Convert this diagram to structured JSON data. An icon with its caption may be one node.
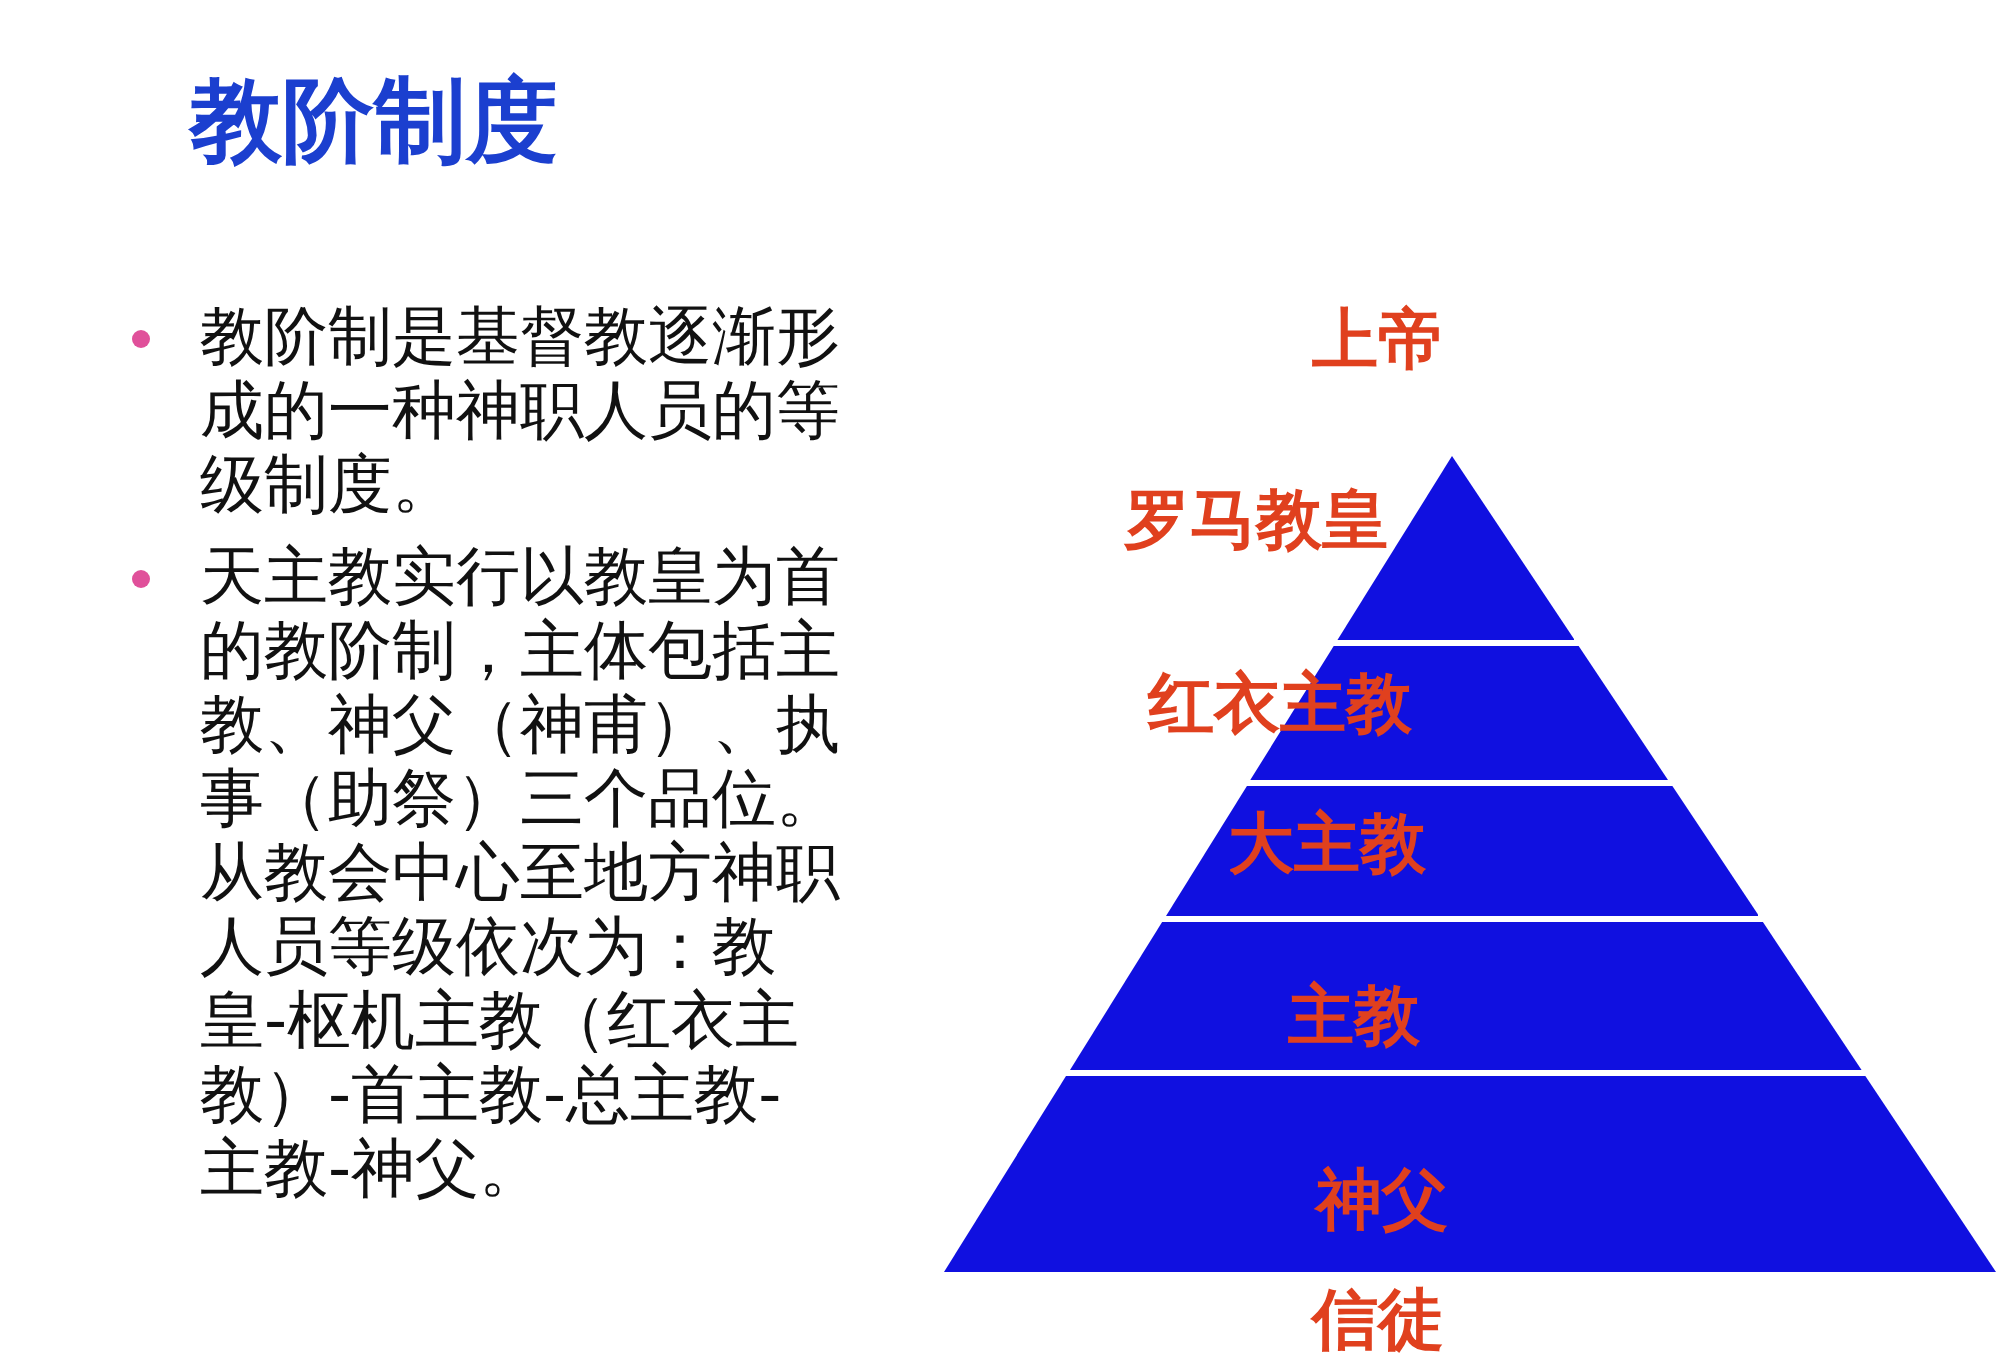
{
  "diagram": {
    "title": "教阶制度",
    "nodes": [
      {
        "text": [
          "罗马教皇"
        ]
      },
      {
        "text": [
          "红衣主教"
        ]
      },
      {
        "text": [
          "大主教"
        ]
      },
      {
        "text": [
          "主教"
        ]
      },
      {
        "text": [
          "神父"
        ]
      }
    ],
    "edges": [],
    "labels": [
      "教阶制是基督教逐渐形成的一种神职人员的等级制度。",
      "天主教实行以教皇为首的教阶制，主体包括主教、神父（神甫）、执事（助祭）三个品位。从教会中心至地方神职人员等级依次为：教皇-枢机主教（红衣主教）-首主教-总主教-主教-神父。",
      "上帝",
      "信徒"
    ]
  }
}
